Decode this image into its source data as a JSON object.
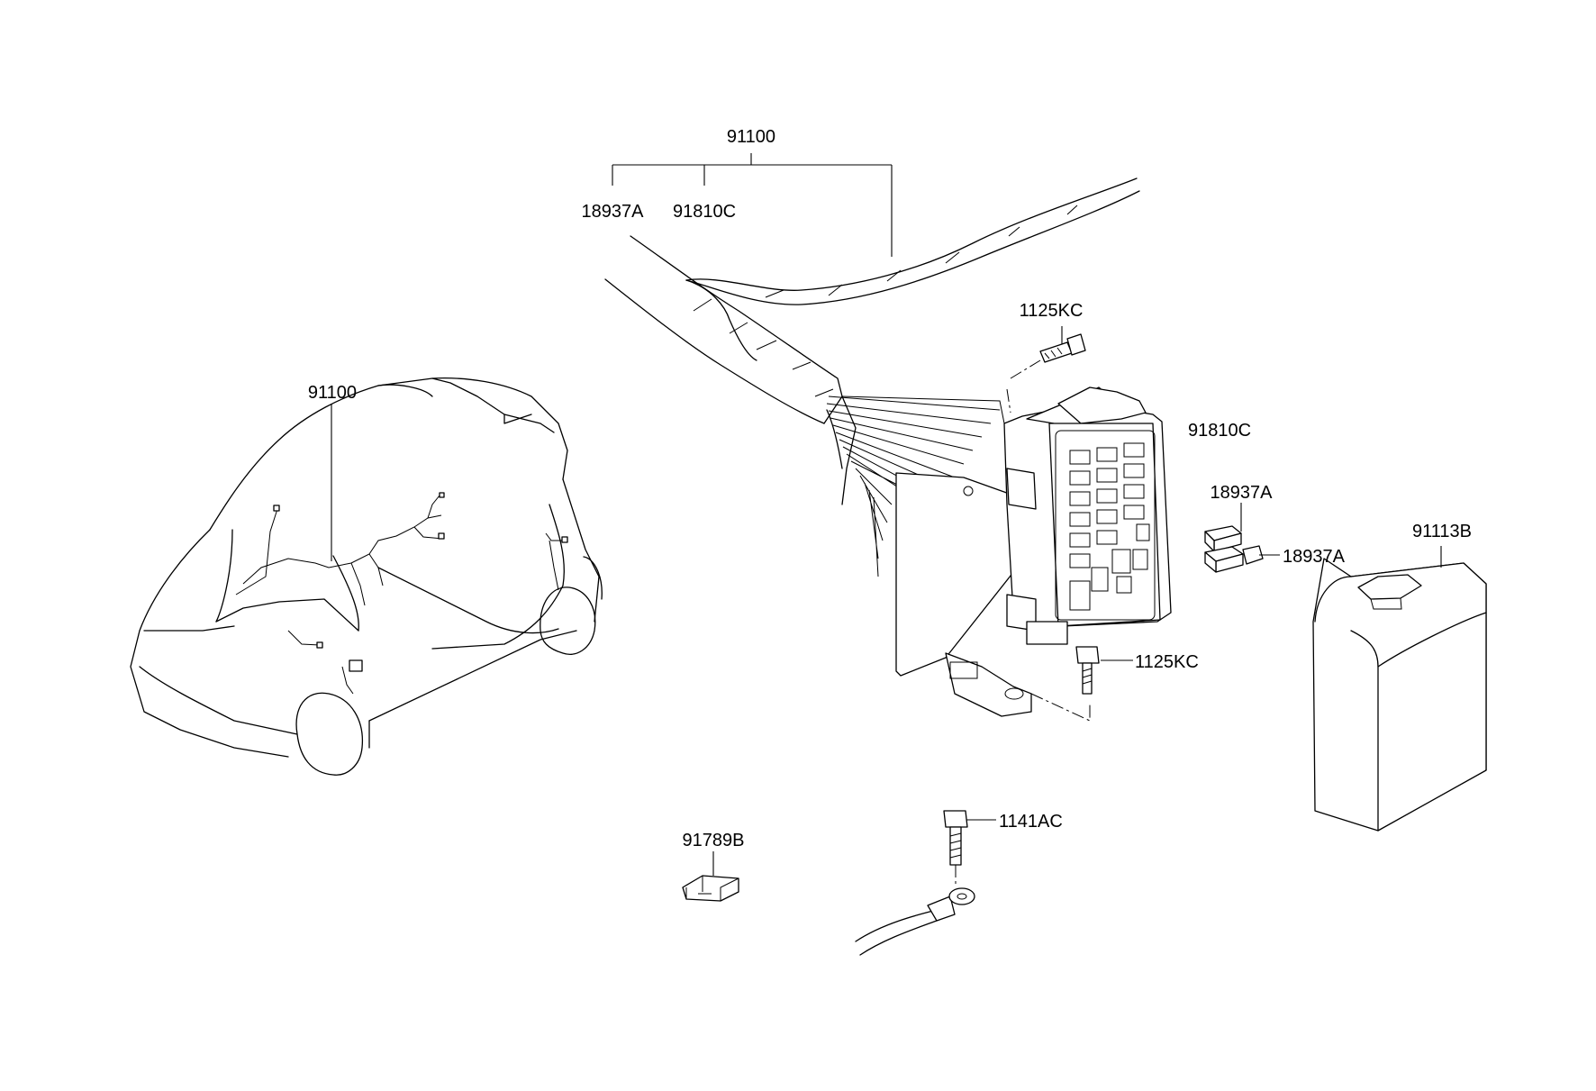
{
  "callouts": {
    "harness_top": "91100",
    "harness_top_sub_a": "18937A",
    "harness_top_sub_b": "91810C",
    "bolt_upper": "1125KC",
    "junction_box": "91810C",
    "fuse_a": "18937A",
    "fuse_b": "18937A",
    "cover": "91113B",
    "bolt_lower": "1125KC",
    "vehicle_harness": "91100",
    "ground_bolt": "1141AC",
    "connector": "91789B"
  },
  "colors": {
    "line": "#000000",
    "background": "#ffffff"
  }
}
